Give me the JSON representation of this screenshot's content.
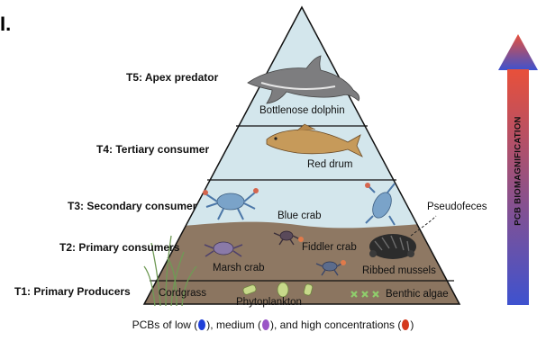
{
  "panel_letter": "I.",
  "tiers": [
    {
      "level_label": "T5: Apex predator",
      "organisms": [
        "Bottlenose dolphin"
      ]
    },
    {
      "level_label": "T4: Tertiary consumer",
      "organisms": [
        "Red drum"
      ]
    },
    {
      "level_label": "T3: Secondary consumer",
      "organisms": [
        "Blue crab",
        "Pseudofeces"
      ]
    },
    {
      "level_label": "T2: Primary consumers",
      "organisms": [
        "Fiddler crab",
        "Marsh crab",
        "Ribbed mussels"
      ]
    },
    {
      "level_label": "T1: Primary Producers",
      "organisms": [
        "Cordgrass",
        "Phytoplankton",
        "Benthic algae"
      ]
    }
  ],
  "arrow_label": "PCB BIOMAGNIFICATION",
  "legend": {
    "text_prefix": "PCBs of low (",
    "text_mid1": "), medium (",
    "text_mid2": "), and high concentrations (",
    "text_suffix": ")",
    "colors": {
      "low": "#1f3fd8",
      "medium": "#9a55c6",
      "high": "#d43a1e"
    }
  },
  "colors": {
    "water": "#d3e6ec",
    "sediment": "#8e7863",
    "arrow_top": "#e8503a",
    "arrow_bottom": "#3e52cf"
  }
}
